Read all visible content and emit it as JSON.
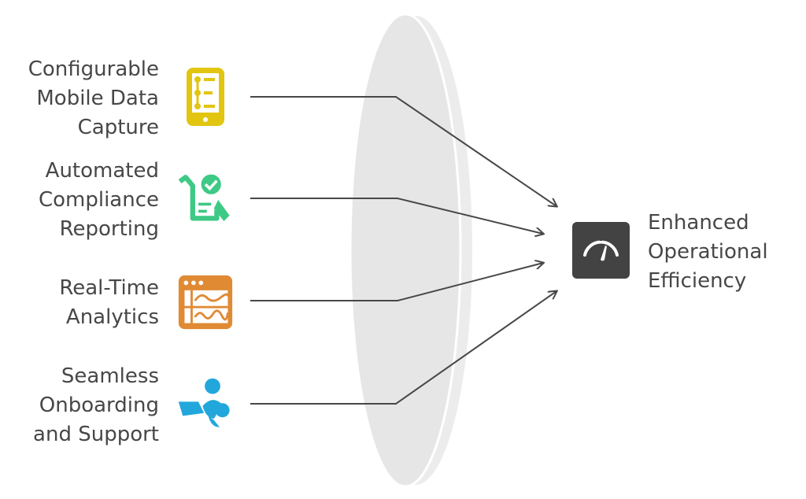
{
  "inputs": [
    {
      "lines": [
        "Configurable",
        "Mobile Data",
        "Capture"
      ],
      "icon": "mobile-form-icon",
      "color": "#e2c510"
    },
    {
      "lines": [
        "Automated",
        "Compliance",
        "Reporting"
      ],
      "icon": "compliance-report-icon",
      "color": "#3ec985"
    },
    {
      "lines": [
        "Real-Time",
        "Analytics"
      ],
      "icon": "analytics-window-icon",
      "color": "#e08a34"
    },
    {
      "lines": [
        "Seamless",
        "Onboarding",
        "and Support"
      ],
      "icon": "onboarding-support-icon",
      "color": "#22a7dc"
    }
  ],
  "output": {
    "lines": [
      "Enhanced",
      "Operational",
      "Efficiency"
    ],
    "icon": "speedometer-icon",
    "color": "#434343"
  }
}
